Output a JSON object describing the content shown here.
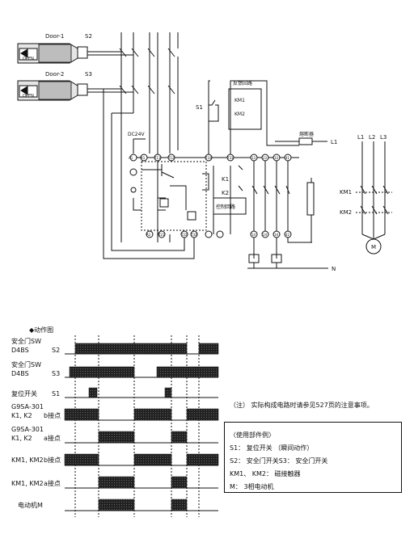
{
  "diagram": {
    "door1_label": "Door-1",
    "door2_label": "Door-2",
    "s2_label": "S2",
    "s3_label": "S3",
    "s1_label": "S1",
    "open_text": "OPEN",
    "dc24v_label": "DC24V",
    "fuse_label": "熔断器",
    "feedback_loop_label": "反馈回路",
    "km1_label": "KM1",
    "km2_label": "KM2",
    "k1_label": "K1",
    "k2_label": "K2",
    "control_loop_label": "控制回路",
    "l1_label": "L1",
    "l2_label": "L2",
    "l3_label": "L3",
    "n_label": "N",
    "m_label": "M",
    "terminal_a1": "A1",
    "terminal_x1": "X1",
    "terminal_t11": "T11",
    "terminal_t12": "T12",
    "terminal_t33": "T33",
    "terminal_t31": "T31",
    "terminal_a2": "A2",
    "terminal_t21": "T21",
    "terminal_t22": "T22",
    "terminal_t32": "T32",
    "terminal_13": "13",
    "terminal_23": "23",
    "terminal_33": "33",
    "terminal_41": "41",
    "terminal_14": "14",
    "terminal_24": "24",
    "terminal_34": "34",
    "terminal_42": "42"
  },
  "timing": {
    "title": "◆动作图",
    "rows": [
      {
        "label1": "安全门SW",
        "label2": "D4BS",
        "label3": "S2"
      },
      {
        "label1": "安全门SW",
        "label2": "D4BS",
        "label3": "S3"
      },
      {
        "label1": "复位开关",
        "label2": "",
        "label3": "S1"
      },
      {
        "label1": "G9SA-301",
        "label2": "K1, K2",
        "label3": "b接点"
      },
      {
        "label1": "G9SA-301",
        "label2": "K1, K2",
        "label3": "a接点"
      },
      {
        "label1": "KM1, KM2",
        "label2": "",
        "label3": "b接点"
      },
      {
        "label1": "KM1, KM2",
        "label2": "",
        "label3": "a接点"
      },
      {
        "label1": "电动机M",
        "label2": "",
        "label3": ""
      }
    ]
  },
  "note": "（注） 实际构成电路时请参见527页的注意事项。",
  "legend": {
    "title": "〈使用部件例〉",
    "items": [
      "S1： 复位开关 （瞬间动作）",
      "S2： 安全门开关S3： 安全门开关",
      "KM1、 KM2： 磁接触器",
      "M： 3相电动机"
    ]
  },
  "colors": {
    "line": "#111111",
    "bar": "#222222",
    "door_fill": "#d8d8d8"
  }
}
